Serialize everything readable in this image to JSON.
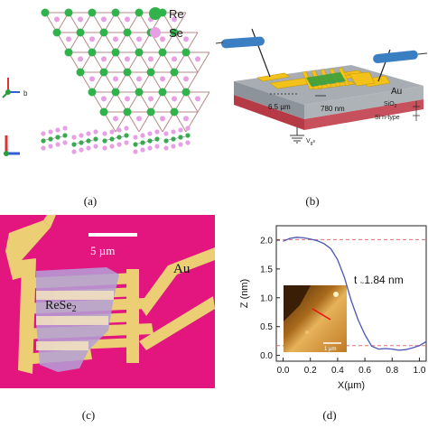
{
  "panels": {
    "a": {
      "caption": "(a)",
      "legend": [
        {
          "label": "Re",
          "color": "#2fb34a"
        },
        {
          "label": "Se",
          "color": "#e7a0e3"
        }
      ],
      "axis_label_b": "b"
    },
    "b": {
      "caption": "(b)",
      "dim_1": "6.5 µm",
      "dim_2": "780 nm",
      "electrode_label": "Au",
      "oxide_label": "SiO",
      "oxide_sub": "2",
      "substrate_label": "Si n-type",
      "gate_label": "V",
      "gate_sub": "g",
      "gate_tail": "s",
      "colors": {
        "gold": "#f2c21b",
        "substrate": "#c4414b",
        "oxide": "#9aa0a6"
      }
    },
    "c": {
      "caption": "(c)",
      "scale_label": "5 µm",
      "material_label": "ReSe",
      "material_sub": "2",
      "electrode_label": "Au",
      "colors": {
        "background": "#e3167f",
        "gold": "#eccf74",
        "flake": "#b4a0d8"
      }
    },
    "d": {
      "caption": "(d)",
      "thickness_label": "t ",
      "thickness_tilde": "~",
      "thickness_value": "1.84 nm",
      "inset_scale": "1 µm"
    }
  },
  "chart_data": {
    "type": "line",
    "title": "",
    "xlabel": "X(µm)",
    "ylabel": "Z (nm)",
    "xlim": [
      -0.05,
      1.05
    ],
    "ylim": [
      -0.1,
      2.25
    ],
    "xticks": [
      "0.0",
      "0.2",
      "0.4",
      "0.6",
      "0.8",
      "1.0"
    ],
    "xtick_values": [
      0.0,
      0.2,
      0.4,
      0.6,
      0.8,
      1.0
    ],
    "yticks": [
      "0.0",
      "0.5",
      "1.0",
      "1.5",
      "2.0"
    ],
    "ytick_values": [
      0.0,
      0.5,
      1.0,
      1.5,
      2.0
    ],
    "series": [
      {
        "color": "#4a55b5",
        "x": [
          0.0,
          0.05,
          0.1,
          0.15,
          0.2,
          0.25,
          0.3,
          0.35,
          0.4,
          0.45,
          0.5,
          0.55,
          0.6,
          0.65,
          0.7,
          0.75,
          0.8,
          0.85,
          0.9,
          0.95,
          1.0,
          1.05
        ],
        "y": [
          1.98,
          2.03,
          2.05,
          2.04,
          2.02,
          1.99,
          1.94,
          1.85,
          1.66,
          1.35,
          0.95,
          0.62,
          0.36,
          0.16,
          0.11,
          0.12,
          0.11,
          0.09,
          0.1,
          0.13,
          0.17,
          0.24
        ]
      }
    ],
    "reference_lines": [
      {
        "y": 2.01,
        "color": "#e07070",
        "style": "dashed"
      },
      {
        "y": 0.17,
        "color": "#e07070",
        "style": "dashed"
      }
    ],
    "grid": false
  }
}
